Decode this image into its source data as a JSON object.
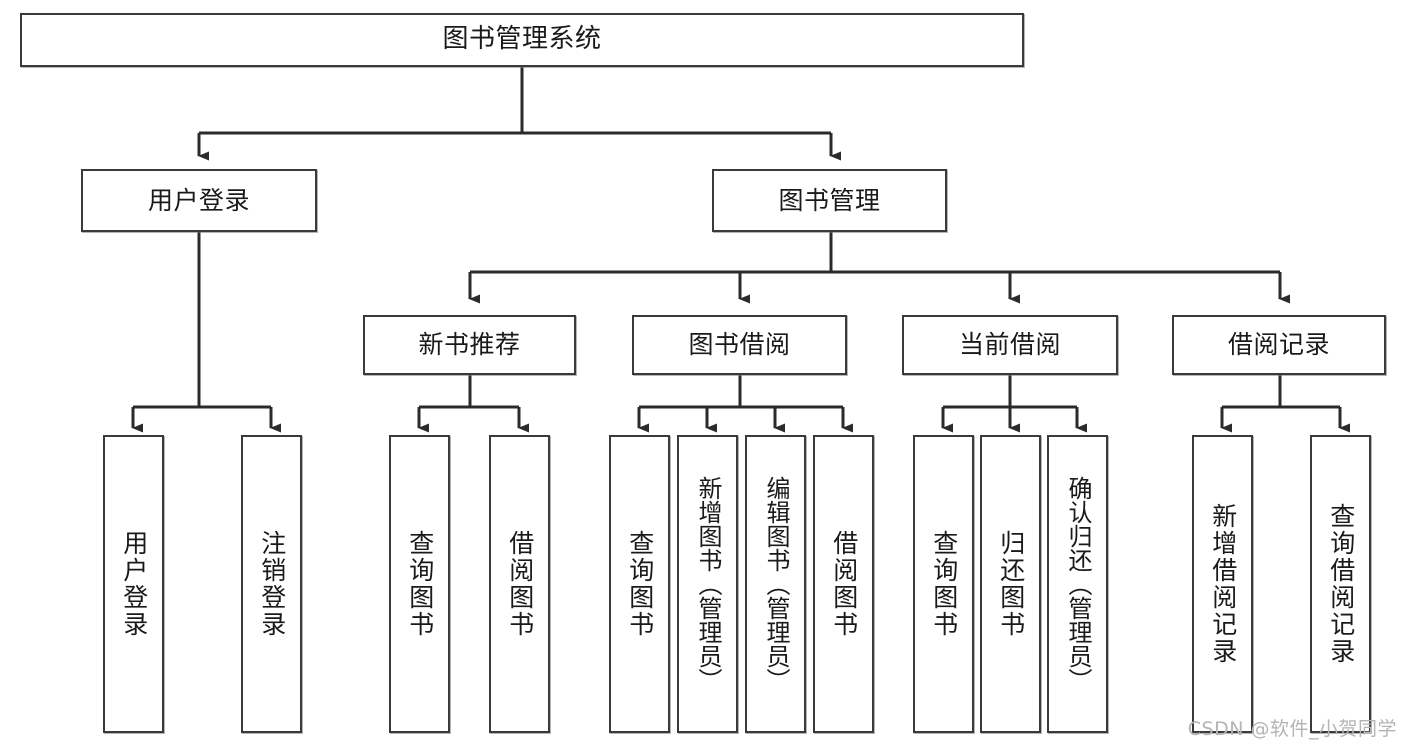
{
  "diagram": {
    "title": "图书管理系统",
    "type": "tree",
    "watermark": "CSDN @软件_小贺同学",
    "colors": {
      "box_border": "#3a3a3a",
      "box_fill": "#ffffff",
      "edge": "#2b2b2b",
      "text": "#1a1a1a",
      "watermark": "#b4b4b4"
    },
    "nodes": {
      "root": {
        "label": "图书管理系统"
      },
      "level2": [
        {
          "label": "用户登录"
        },
        {
          "label": "图书管理"
        }
      ],
      "level3": [
        {
          "label": "新书推荐"
        },
        {
          "label": "图书借阅"
        },
        {
          "label": "当前借阅"
        },
        {
          "label": "借阅记录"
        }
      ],
      "leaves": {
        "user_login": [
          {
            "label": "用户登录"
          },
          {
            "label": "注销登录"
          }
        ],
        "new_book": [
          {
            "label": "查询图书"
          },
          {
            "label": "借阅图书"
          }
        ],
        "book_borrow": [
          {
            "label": "查询图书"
          },
          {
            "label": "新增图书（管理员）"
          },
          {
            "label": "编辑图书（管理员）"
          },
          {
            "label": "借阅图书"
          }
        ],
        "current_borrow": [
          {
            "label": "查询图书"
          },
          {
            "label": "归还图书"
          },
          {
            "label": "确认归还（管理员）"
          }
        ],
        "borrow_record": [
          {
            "label": "新增借阅记录"
          },
          {
            "label": "查询借阅记录"
          }
        ]
      }
    }
  }
}
